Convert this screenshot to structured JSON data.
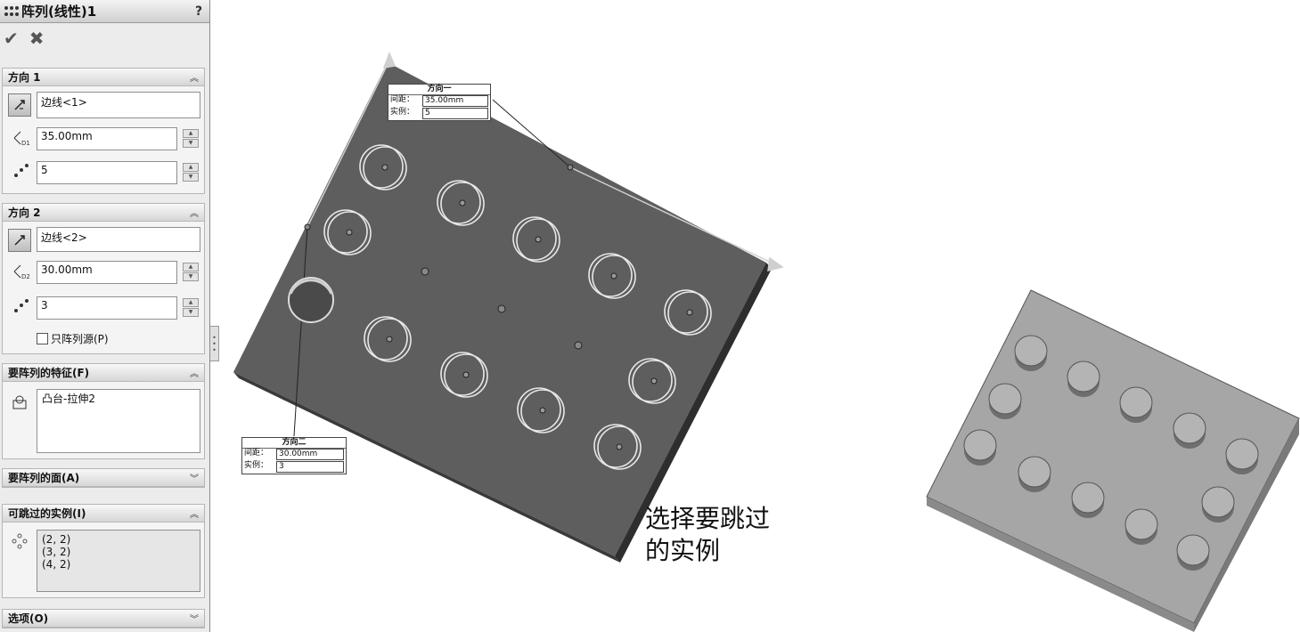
{
  "panel": {
    "title": "阵列(线性)1",
    "help": "?",
    "ok_icon": "checkmark-icon",
    "cancel_icon": "cross-icon",
    "direction1": {
      "header": "方向 1",
      "edge": "边线<1>",
      "spacing": "35.00mm",
      "instances": "5"
    },
    "direction2": {
      "header": "方向 2",
      "edge": "边线<2>",
      "spacing": "30.00mm",
      "instances": "3",
      "seed_only_label": "只阵列源(P)"
    },
    "features": {
      "header": "要阵列的特征(F)",
      "items": [
        "凸台-拉伸2"
      ]
    },
    "faces": {
      "header": "要阵列的面(A)"
    },
    "skip": {
      "header": "可跳过的实例(I)",
      "items": [
        "(2, 2)",
        "(3, 2)",
        "(4, 2)"
      ]
    },
    "options": {
      "header": "选项(O)"
    }
  },
  "callout1": {
    "title": "方向一",
    "spacing_label": "间距：",
    "spacing": "35.00mm",
    "instances_label": "实例：",
    "instances": "5"
  },
  "callout2": {
    "title": "方向二",
    "spacing_label": "间距：",
    "spacing": "30.00mm",
    "instances_label": "实例：",
    "instances": "3"
  },
  "annotation": {
    "line1": "选择要跳过",
    "line2": "的实例"
  },
  "colors": {
    "plate_dark": "#5f5f5f",
    "plate_light": "#9a9a9a",
    "panel_bg": "#ececec"
  }
}
